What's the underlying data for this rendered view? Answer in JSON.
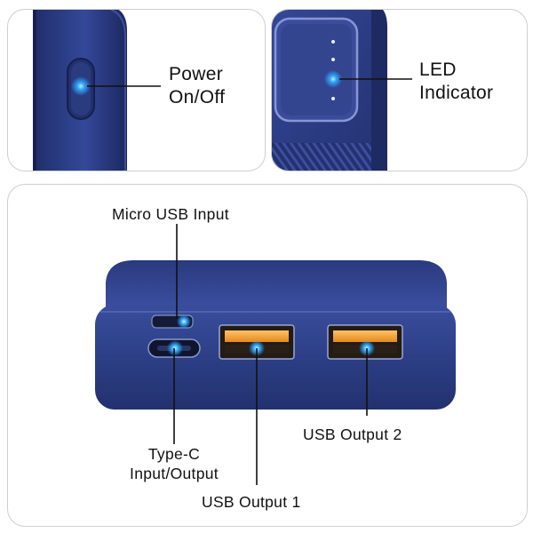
{
  "power_panel": {
    "label": "Power\nOn/Off"
  },
  "led_panel": {
    "label": "LED\nIndicator"
  },
  "ports_panel": {
    "micro_usb_label": "Micro USB Input",
    "type_c_label": "Type-C\nInput/Output",
    "usb1_label": "USB Output 1",
    "usb2_label": "USB Output 2"
  },
  "colors": {
    "device_blue": "#2c3f86",
    "device_dark": "#1b2656",
    "indicator_glow": "#2fa8ff",
    "usb_port_orange": "#f0a13a",
    "panel_border": "#cfcfcf"
  }
}
